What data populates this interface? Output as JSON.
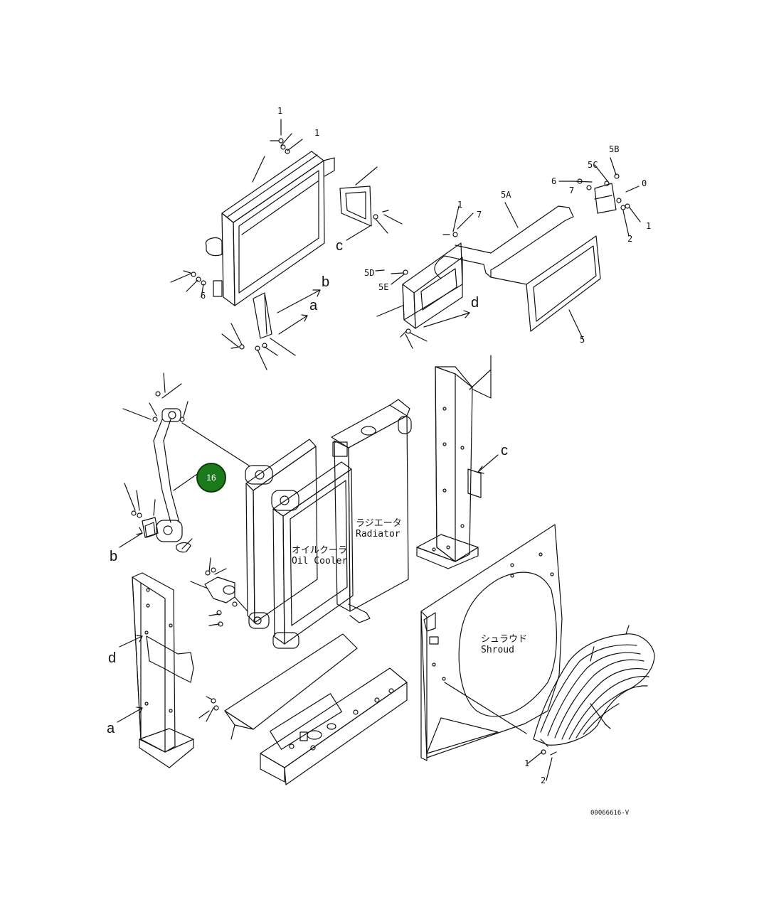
{
  "callout": {
    "number": "16",
    "color": "#1b7a1b"
  },
  "labels": {
    "radiator_jp": "ラジエータ",
    "radiator_en": "Radiator",
    "oil_cooler_jp": "オイルクーラ",
    "oil_cooler_en": "Oil Cooler",
    "shroud_jp": "シュラウド",
    "shroud_en": "Shroud",
    "drawing_code": "00066616-V"
  },
  "refs": {
    "a1": "a",
    "a2": "a",
    "b1": "b",
    "b2": "b",
    "c1": "c",
    "c2": "c",
    "d1": "d",
    "d2": "d"
  },
  "part_numbers": {
    "p_5a": "5A",
    "p_5b": "5B",
    "p_5c": "5C",
    "p_5d": "5D",
    "p_5e": "5E",
    "p_6": "6",
    "p_5": "5",
    "p_1": "1",
    "p_2": "2",
    "p_2b": "2",
    "p_1b": "1",
    "p_0": "0",
    "p_1c": "1",
    "p_1d": "1",
    "p_7": "7",
    "p_7b": "7",
    "p_6b": "6",
    "p_1e": "1"
  }
}
